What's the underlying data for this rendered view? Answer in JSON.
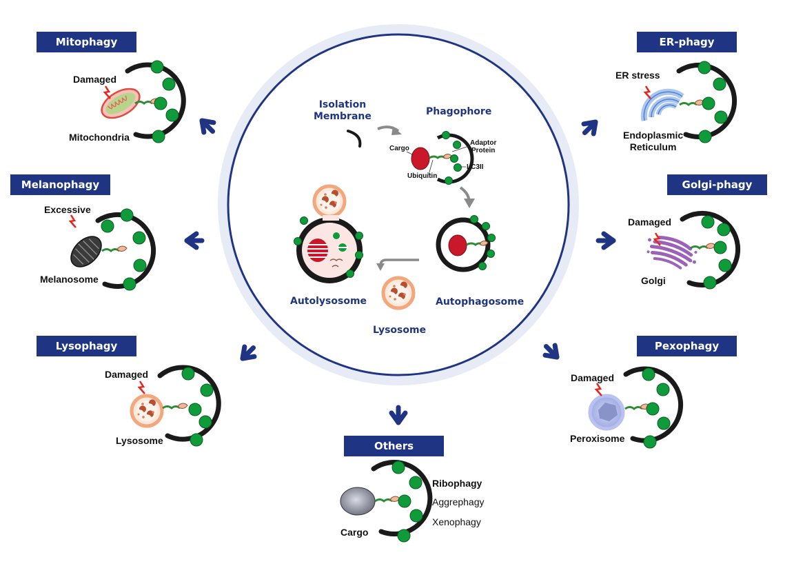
{
  "center": {
    "isolation_membrane": "Isolation\nMembrane",
    "phagophore": "Phagophore",
    "cargo": "Cargo",
    "adaptor_protein": "Adaptor\nProtein",
    "ubiquitin": "Ubiquitin",
    "lc3ii": "LC3II",
    "autolysosome": "Autolysosome",
    "autophagosome": "Autophagosome",
    "lysosome": "Lysosome"
  },
  "panels": {
    "mitophagy": {
      "title": "Mitophagy",
      "top_label": "Damaged",
      "bottom_label": "Mitochondria"
    },
    "melanophagy": {
      "title": "Melanophagy",
      "top_label": "Excessive",
      "bottom_label": "Melanosome"
    },
    "lysophagy": {
      "title": "Lysophagy",
      "top_label": "Damaged",
      "bottom_label": "Lysosome"
    },
    "er_phagy": {
      "title": "ER-phagy",
      "top_label": "ER stress",
      "bottom_label": "Endoplasmic\nReticulum"
    },
    "golgi_phagy": {
      "title": "Golgi-phagy",
      "top_label": "Damaged",
      "bottom_label": "Golgi"
    },
    "pexophagy": {
      "title": "Pexophagy",
      "top_label": "Damaged",
      "bottom_label": "Peroxisome"
    },
    "others": {
      "title": "Others",
      "cargo_label": "Cargo",
      "items": [
        "Ribophagy",
        "Aggrephagy",
        "Xenophagy"
      ]
    }
  },
  "colors": {
    "navy": "#1f3583",
    "ring_pale": "#e6ebf6",
    "lc3_green": "#0f9b3a",
    "membrane_black": "#1a1a1a",
    "cargo_red": "#c8182a",
    "lysosome_orange": "#f2a77d",
    "lightning_red": "#e8231b"
  }
}
